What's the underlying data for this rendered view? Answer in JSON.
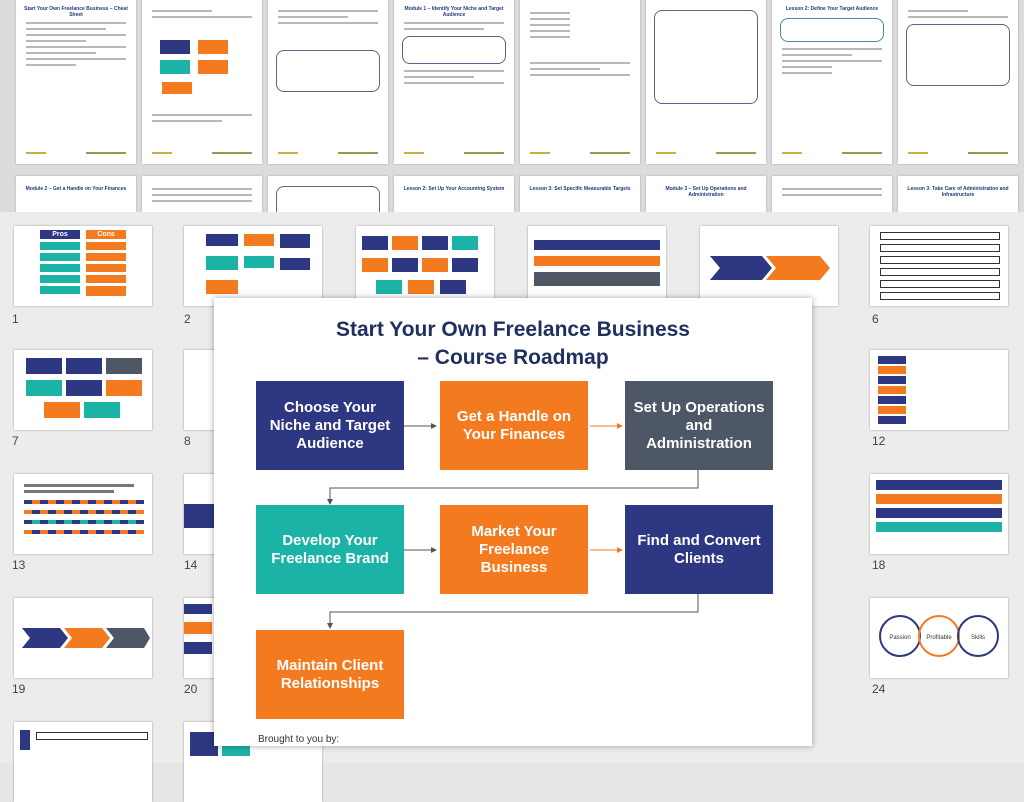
{
  "slide": {
    "title_line1": "Start Your Own Freelance Business",
    "title_line2": "– Course Roadmap",
    "steps": [
      "Choose Your Niche and Target Audience",
      "Get a Handle on Your Finances",
      "Set Up Operations and Administration",
      "Develop Your Freelance Brand",
      "Market Your Freelance Business",
      "Find and Convert Clients",
      "Maintain Client Relationships"
    ],
    "footer": "Brought to you by:"
  },
  "slide_numbers": [
    "1",
    "2",
    "6",
    "7",
    "8",
    "12",
    "13",
    "14",
    "18",
    "19",
    "20",
    "24"
  ],
  "thumb_labels": {
    "pros": "Pros",
    "cons": "Cons",
    "t24_left": "Passion",
    "t24_mid": "Profitable",
    "t24_right": "Skills"
  },
  "doc_titles": [
    "Start Your Own Freelance Business – Cheat Sheet",
    "Module 1 – Identify Your Niche and Target Audience",
    "Lesson 2: Define Your Target Audience",
    "Module 2 – Get a Handle on Your Finances",
    "Lesson 2: Set Up Your Accounting System",
    "Lesson 3: Set Specific Measurable Targets",
    "Module 3 – Set Up Operations and Administration",
    "Lesson 3: Take Care of Administration and Infrastructure"
  ],
  "colors": {
    "navy": "#2e3782",
    "orange": "#f47a20",
    "gray": "#4d5766",
    "teal": "#1bb3a6",
    "title": "#1f2f5e"
  }
}
